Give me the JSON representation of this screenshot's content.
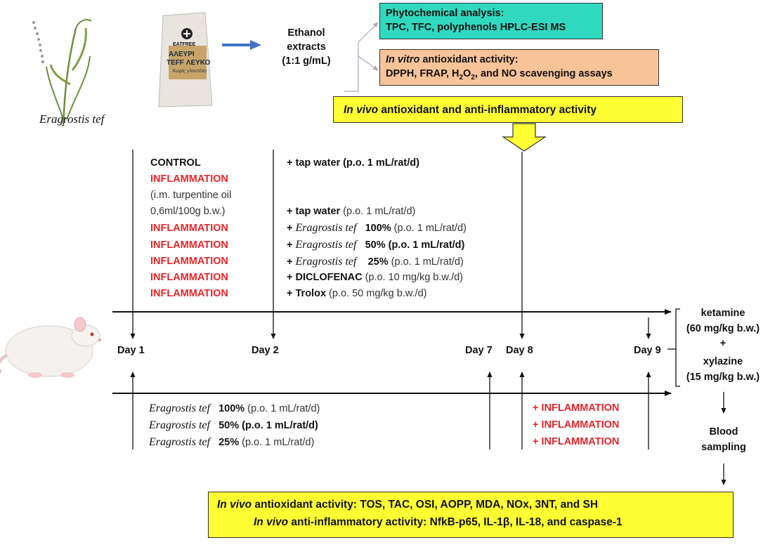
{
  "species_caption": "Eragrostis tef",
  "package": {
    "brand": "EATFREE",
    "line1": "ΑΛΕΥΡΙ",
    "line2": "TEFF ΛΕΥΚΟ",
    "line3": "Χωρίς γλουτένη"
  },
  "ethanol": [
    "Ethanol",
    "extracts",
    "(1:1 g/mL)"
  ],
  "phyto_box": {
    "title": "Phytochemical analysis:",
    "body": "TPC, TFC, polyphenols HPLC-ESI MS"
  },
  "invitro_box": {
    "title_italic": "In vitro",
    "title_rest": " antioxidant activity:",
    "body_a": "DPPH, FRAP, H",
    "sub_a": "2",
    "mid": "O",
    "sub_b": "2",
    "body_b": ", and NO scavenging assays"
  },
  "invivo_main": {
    "italic": "In vivo",
    "rest": " antioxidant and anti-inflammatory activity"
  },
  "groups_left": [
    {
      "text": "CONTROL",
      "style": "black"
    },
    {
      "text": "INFLAMMATION",
      "style": "red"
    },
    {
      "text": "(i.m. turpentine oil",
      "style": "gray"
    },
    {
      "text": "0,6ml/100g b.w.)",
      "style": "gray"
    },
    {
      "text": "INFLAMMATION",
      "style": "red"
    },
    {
      "text": "INFLAMMATION",
      "style": "red"
    },
    {
      "text": "INFLAMMATION",
      "style": "red"
    },
    {
      "text": "INFLAMMATION",
      "style": "red"
    },
    {
      "text": "INFLAMMATION",
      "style": "red"
    }
  ],
  "treatments_top": [
    {
      "prefix": "+ tap water (p.o. 1 mL/rat/d)",
      "species": "",
      "pct": "",
      "dose": ""
    },
    {
      "prefix": "+ tap water",
      "species": "",
      "pct": "",
      "dose": " (p.o. 1 mL/rat/d)"
    },
    {
      "prefix": "+ ",
      "species": "Eragrostis tef",
      "pct": "100%",
      "dose": " (p.o. 1 mL/rat/d)"
    },
    {
      "prefix": "+ ",
      "species": "Eragrostis tef",
      "pct": "50%",
      "dose": " (p.o. 1 mL/rat/d)"
    },
    {
      "prefix": "+ ",
      "species": "Eragrostis tef",
      "pct": "25%",
      "dose": " (p.o. 1 mL/rat/d)"
    },
    {
      "prefix": "+ DICLOFENAC",
      "species": "",
      "pct": "",
      "dose": " (p.o. 10 mg/kg b.w./d)"
    },
    {
      "prefix": "+ Trolox",
      "species": "",
      "pct": "",
      "dose": " (p.o. 50 mg/kg b.w./d)"
    }
  ],
  "days": [
    "Day 1",
    "Day 2",
    "Day 7",
    "Day 8",
    "Day 9"
  ],
  "anesthesia": [
    "ketamine",
    "(60 mg/kg b.w.)",
    "+",
    "xylazine",
    "(15 mg/kg b.w.)"
  ],
  "blood": [
    "Blood",
    "sampling"
  ],
  "treatments_bottom": [
    {
      "species": "Eragrostis tef",
      "pct": "100%",
      "dose": " (p.o. 1 mL/rat/d)"
    },
    {
      "species": "Eragrostis tef",
      "pct": "50%",
      "dose": " (p.o. 1 mL/rat/d)"
    },
    {
      "species": "Eragrostis tef",
      "pct": "25%",
      "dose": " (p.o. 1 mL/rat/d)"
    }
  ],
  "inflammation_bottom": [
    "+ INFLAMMATION",
    "+ INFLAMMATION",
    "+ INFLAMMATION"
  ],
  "final_box": {
    "l1_italic": "In vivo",
    "l1_rest": " antioxidant activity: TOS, TAC, OSI, AOPP, MDA, NOx, 3NT, and SH",
    "l2_italic": "In vivo",
    "l2_rest": " anti-inflammatory activity: NfkB-p65, IL-1β, IL-18, and caspase-1"
  },
  "colors": {
    "phyto": "#2fd9c0",
    "invitro": "#f7c398",
    "yellow": "#ffff33",
    "red": "#e5262b",
    "blue_arrow": "#4472c4"
  }
}
